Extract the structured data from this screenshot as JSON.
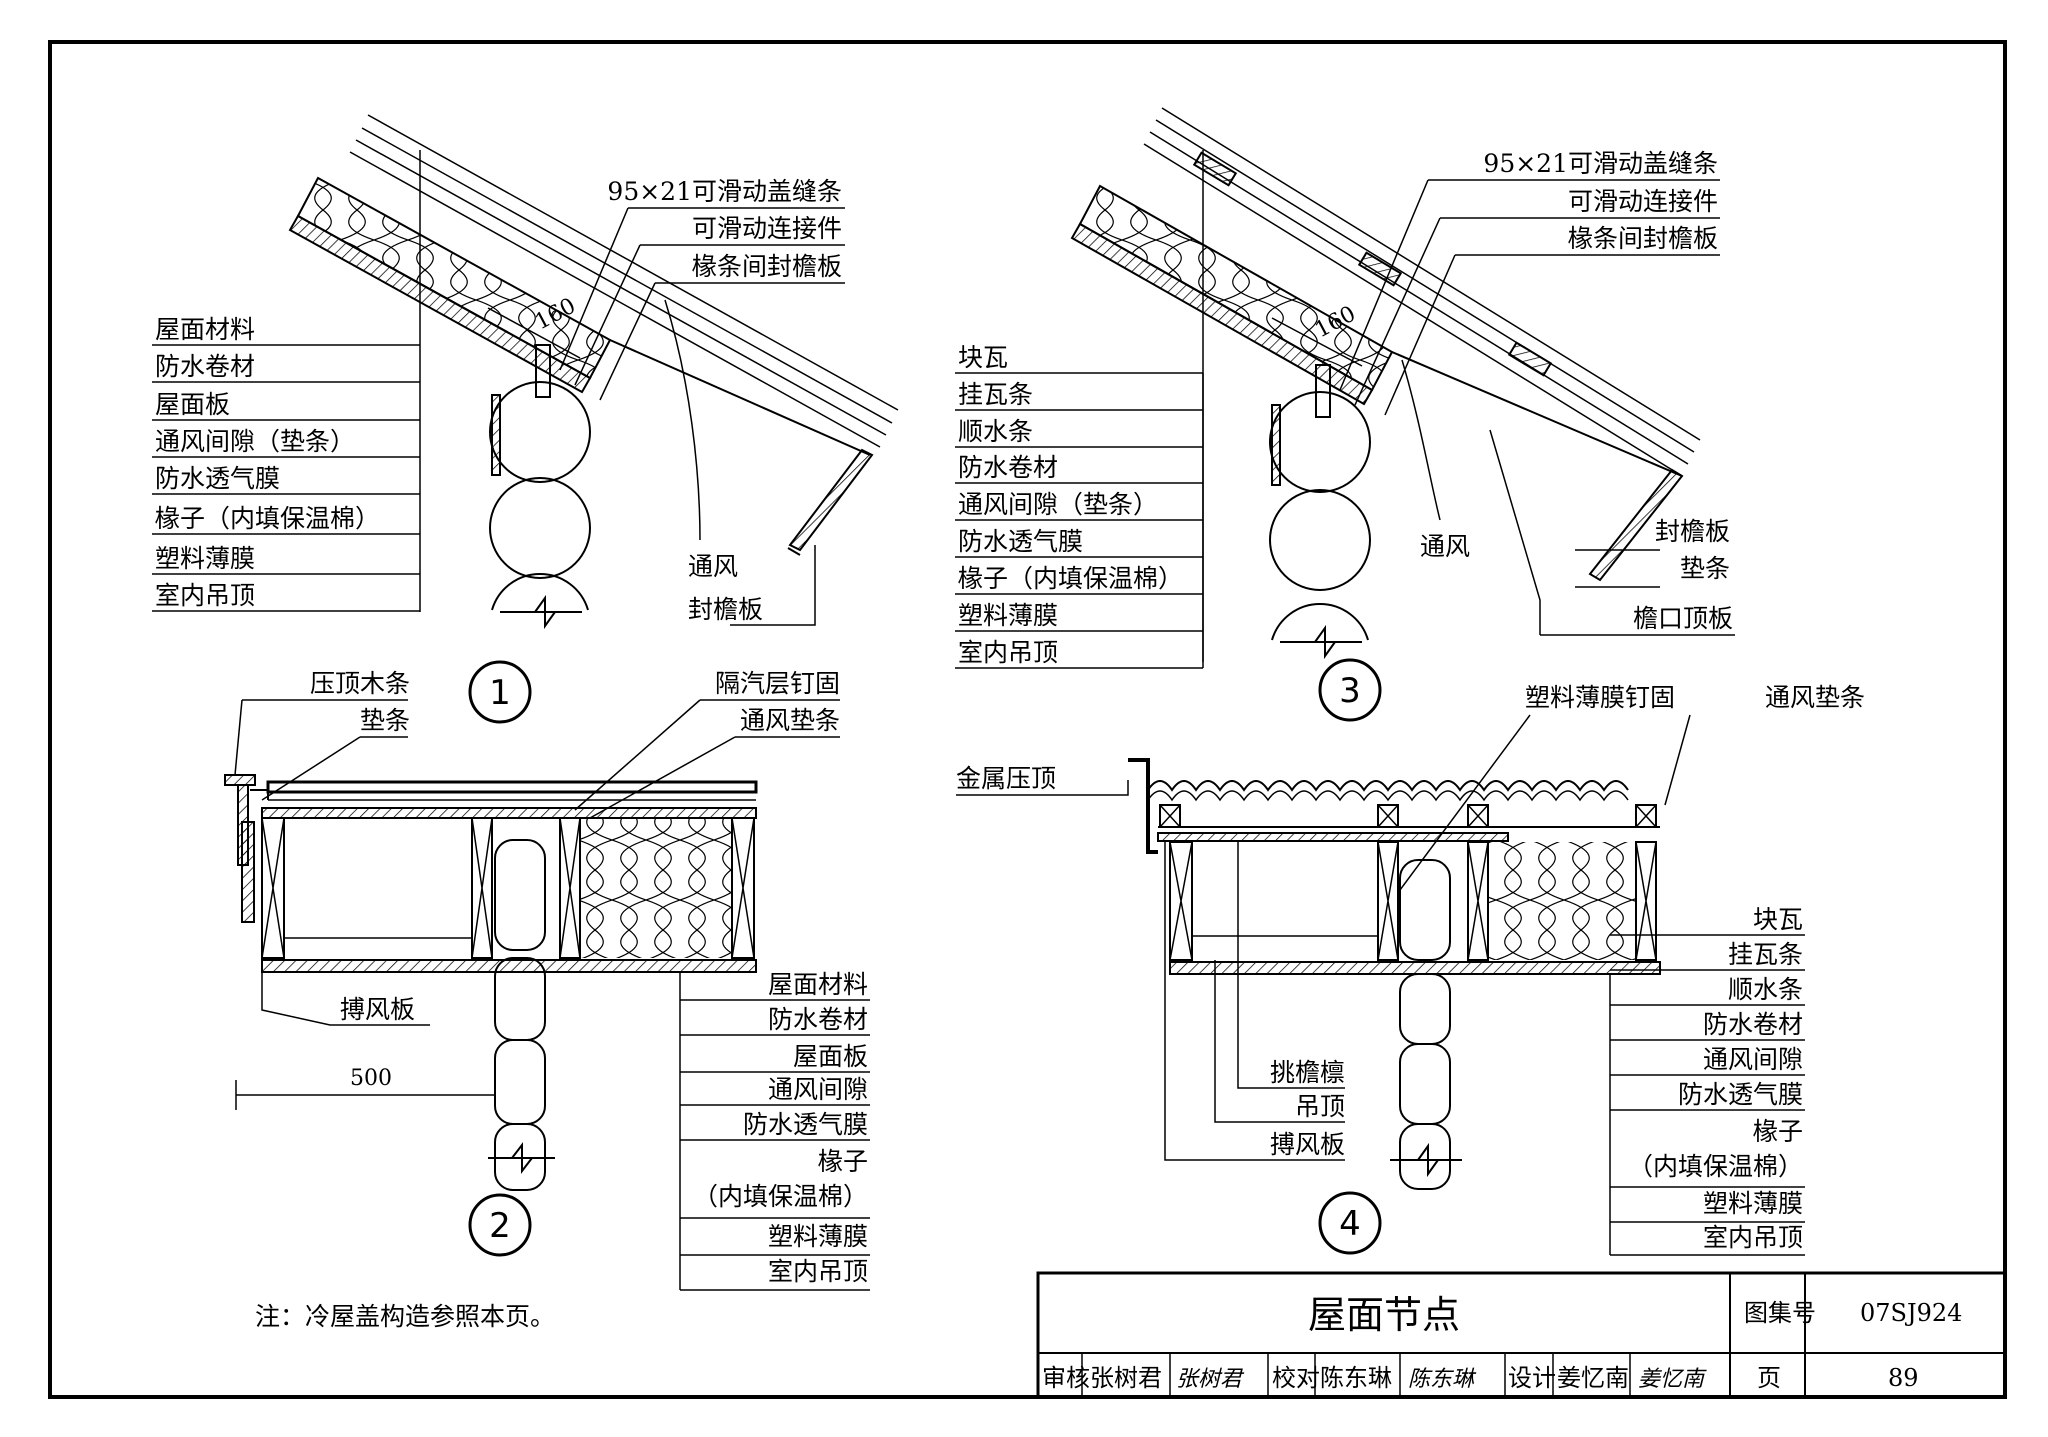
{
  "detail1": {
    "number": "1",
    "callouts_right": [
      "95×21可滑动盖缝条",
      "可滑动连接件",
      "椽条间封檐板"
    ],
    "layers_left": [
      "屋面材料",
      "防水卷材",
      "屋面板",
      "通风间隙（垫条）",
      "防水透气膜",
      "椽子（内填保温棉）",
      "塑料薄膜",
      "室内吊顶"
    ],
    "vent_label": "通风",
    "fascia_label": "封檐板",
    "dimension": "160"
  },
  "detail2": {
    "number": "2",
    "labels_top_left": [
      "压顶木条",
      "垫条"
    ],
    "labels_top_right": [
      "隔汽层钉固",
      "通风垫条"
    ],
    "barge_label": "搏风板",
    "dimension": "500",
    "layers_right": [
      "屋面材料",
      "防水卷材",
      "屋面板",
      "通风间隙",
      "防水透气膜",
      "椽子",
      "（内填保温棉）",
      "塑料薄膜",
      "室内吊顶"
    ]
  },
  "detail3": {
    "number": "3",
    "callouts_right": [
      "95×21可滑动盖缝条",
      "可滑动连接件",
      "椽条间封檐板"
    ],
    "layers_left": [
      "块瓦",
      "挂瓦条",
      "顺水条",
      "防水卷材",
      "通风间隙（垫条）",
      "防水透气膜",
      "椽子（内填保温棉）",
      "塑料薄膜",
      "室内吊顶"
    ],
    "vent_label": "通风",
    "labels_lower_right": [
      "封檐板",
      "垫条",
      "檐口顶板"
    ],
    "dimension": "160"
  },
  "detail4": {
    "number": "4",
    "labels_top": [
      "塑料薄膜钉固",
      "通风垫条"
    ],
    "metal_cap_label": "金属压顶",
    "labels_bottom_left": [
      "挑檐檩",
      "吊顶",
      "搏风板"
    ],
    "layers_right": [
      "块瓦",
      "挂瓦条",
      "顺水条",
      "防水卷材",
      "通风间隙",
      "防水透气膜",
      "椽子",
      "（内填保温棉）",
      "塑料薄膜",
      "室内吊顶"
    ]
  },
  "note": "注：冷屋盖构造参照本页。",
  "title_block": {
    "title": "屋面节点",
    "atlas_label": "图集号",
    "atlas_number": "07SJ924",
    "page_label": "页",
    "page_number": "89",
    "review_label": "审核",
    "reviewer": "张树君",
    "reviewer_sign": "张树君",
    "check_label": "校对",
    "checker": "陈东琳",
    "checker_sign": "陈东琳",
    "design_label": "设计",
    "designer": "姜忆南",
    "designer_sign": "姜忆南"
  }
}
